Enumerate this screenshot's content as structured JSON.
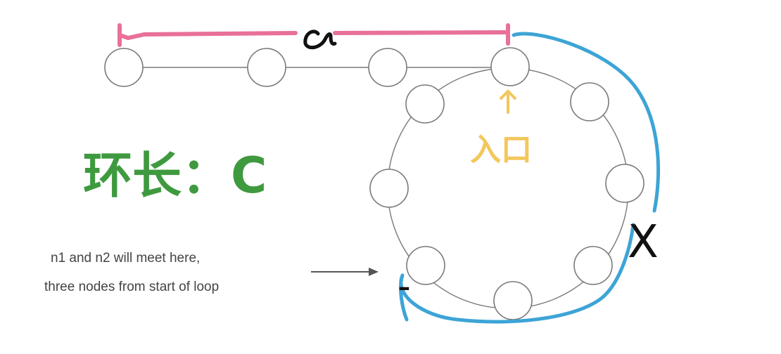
{
  "annotations": {
    "a_label": "a",
    "loop_length_label": "环长：C",
    "entrance_label": "入口",
    "x_label": "X",
    "dash_mark": "–"
  },
  "caption": {
    "line1": "n1 and n2 will meet here,",
    "line2": "three nodes from start of loop"
  },
  "colors": {
    "pink_bracket": "#e8709a",
    "blue_path": "#3da4d6",
    "green_text": "#3f9a3f",
    "yellow_text": "#f2c75c",
    "black_ink": "#111111",
    "node_stroke": "#7a7a7a"
  }
}
